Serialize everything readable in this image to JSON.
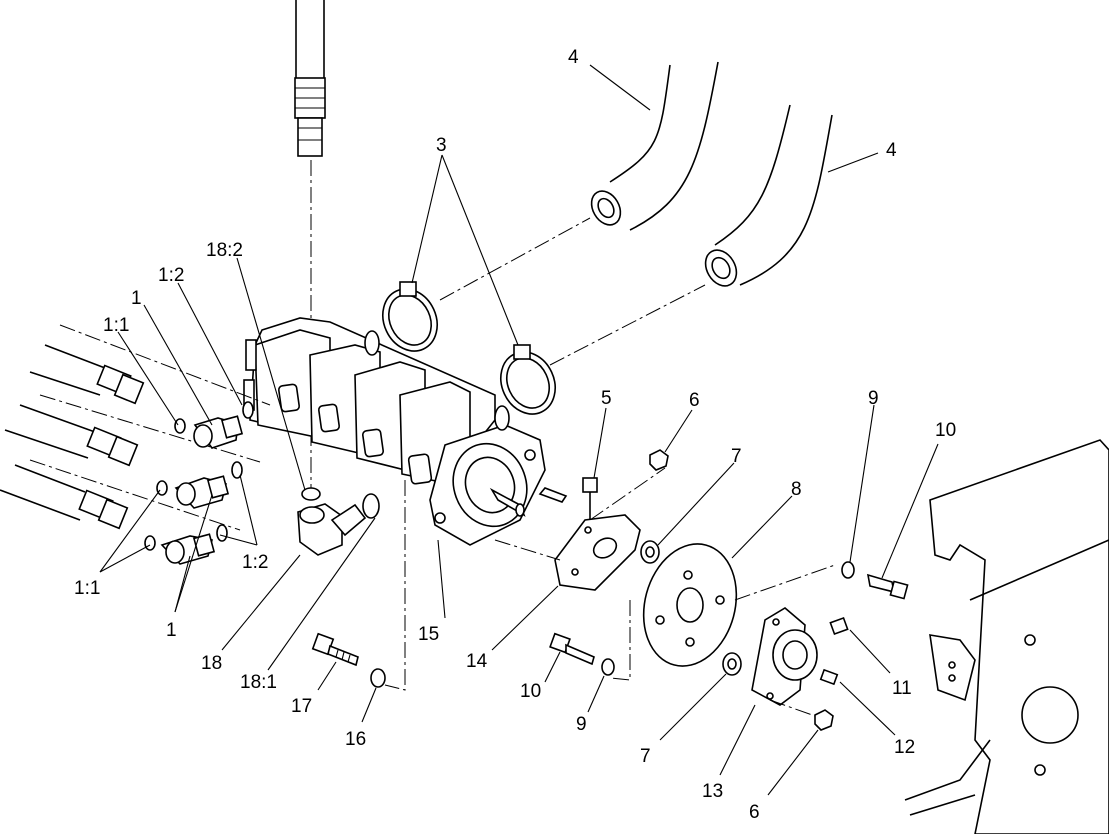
{
  "diagram": {
    "callouts": {
      "c3": "3",
      "c4a": "4",
      "c4b": "4",
      "c18_2": "18:2",
      "c1_2_top": "1:2",
      "c1_top": "1",
      "c1_1_top": "1:1",
      "c5": "5",
      "c6_top": "6",
      "c7_top": "7",
      "c8": "8",
      "c9_top": "9",
      "c10_top": "10",
      "c1_2_bot": "1:2",
      "c1_1_bot": "1:1",
      "c1_bot": "1",
      "c18": "18",
      "c18_1": "18:1",
      "c15": "15",
      "c14": "14",
      "c17": "17",
      "c16": "16",
      "c10_bot": "10",
      "c9_bot": "9",
      "c11": "11",
      "c12": "12",
      "c7_bot": "7",
      "c13": "13",
      "c6_bot": "6"
    }
  }
}
